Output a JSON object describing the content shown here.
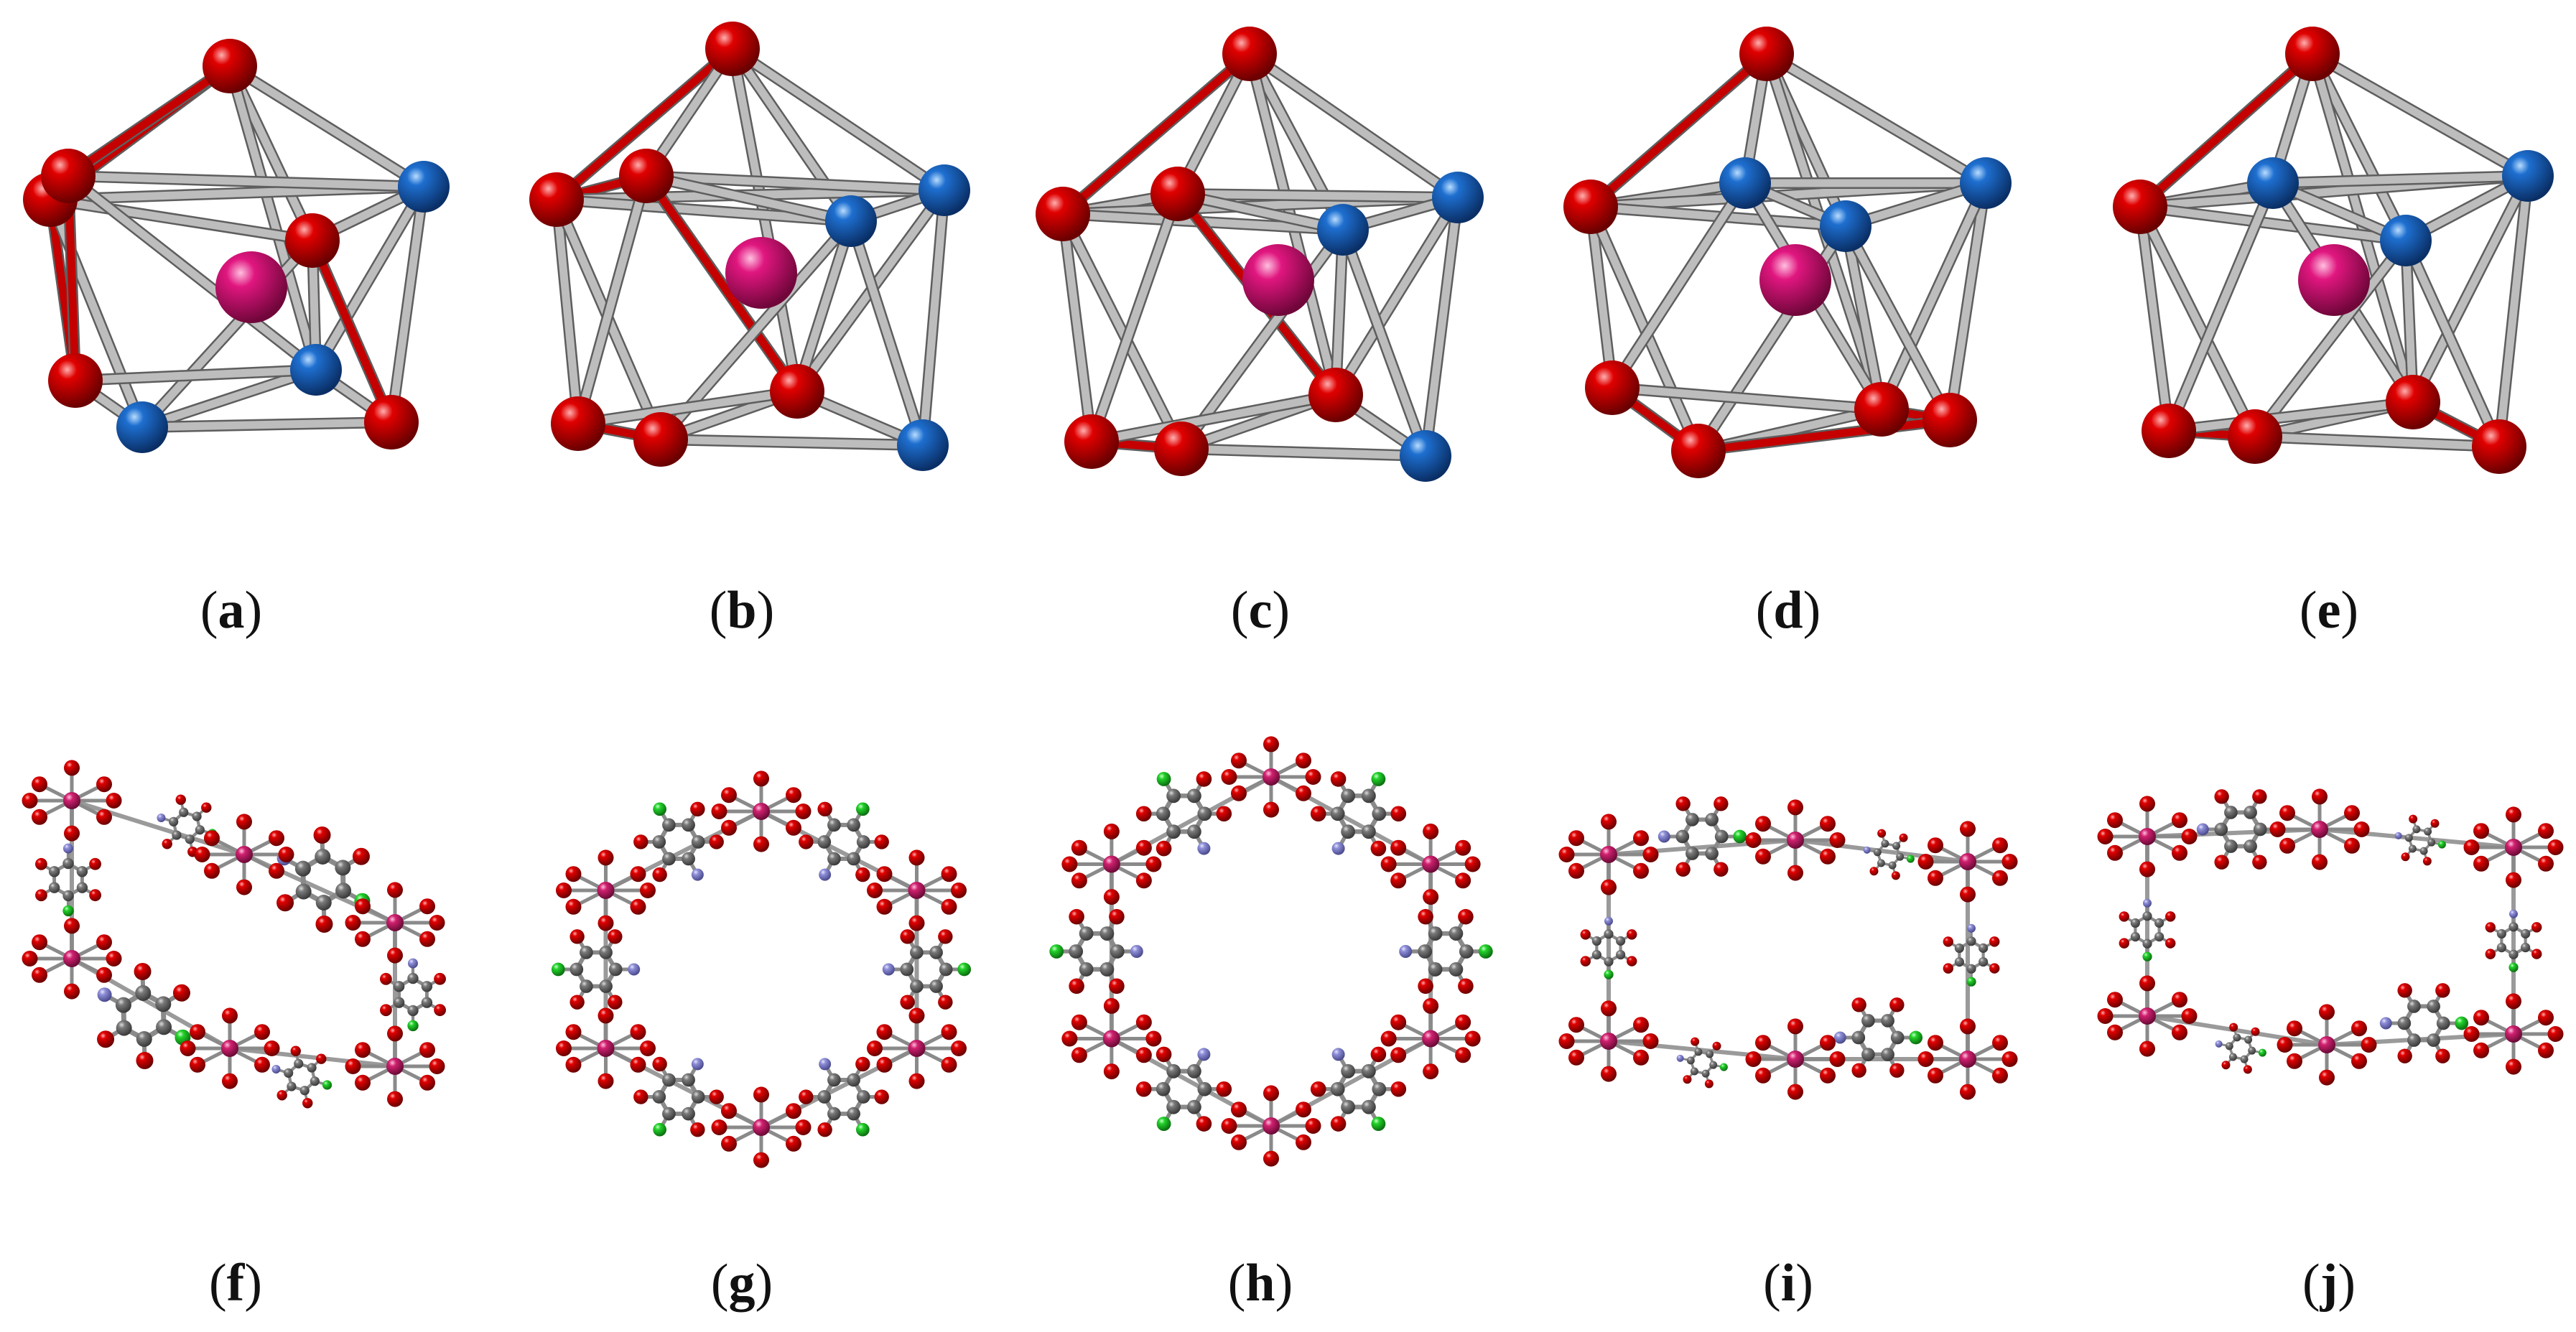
{
  "panels": [
    {
      "id": "a",
      "label": "a",
      "kind": "polyhedron"
    },
    {
      "id": "b",
      "label": "b",
      "kind": "polyhedron"
    },
    {
      "id": "c",
      "label": "c",
      "kind": "polyhedron"
    },
    {
      "id": "d",
      "label": "d",
      "kind": "polyhedron"
    },
    {
      "id": "e",
      "label": "e",
      "kind": "polyhedron"
    },
    {
      "id": "f",
      "label": "f",
      "kind": "framework"
    },
    {
      "id": "g",
      "label": "g",
      "kind": "framework"
    },
    {
      "id": "h",
      "label": "h",
      "kind": "framework"
    },
    {
      "id": "i",
      "label": "i",
      "kind": "framework"
    },
    {
      "id": "j",
      "label": "j",
      "kind": "framework"
    }
  ],
  "colors": {
    "red_atom": "#e00000",
    "blue_atom": "#1e6fd0",
    "center_atom": "#e0167f",
    "gray_bond": "#9a9a9a",
    "red_bond": "#c40000",
    "green_atom": "#22d12a",
    "lavender_atom": "#8f8fd8",
    "carbon_atom": "#7a7a7a",
    "metal_atom": "#d0206f"
  }
}
